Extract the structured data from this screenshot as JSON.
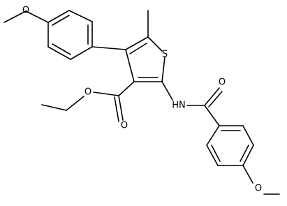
{
  "molecule": {
    "atoms": [
      {
        "id": "S1",
        "label": "S"
      },
      {
        "id": "O1",
        "label": "O"
      },
      {
        "id": "O2",
        "label": "O"
      },
      {
        "id": "O3",
        "label": "O"
      },
      {
        "id": "O4",
        "label": "O"
      },
      {
        "id": "O5",
        "label": "O"
      },
      {
        "id": "N1",
        "label": "HN"
      }
    ]
  }
}
